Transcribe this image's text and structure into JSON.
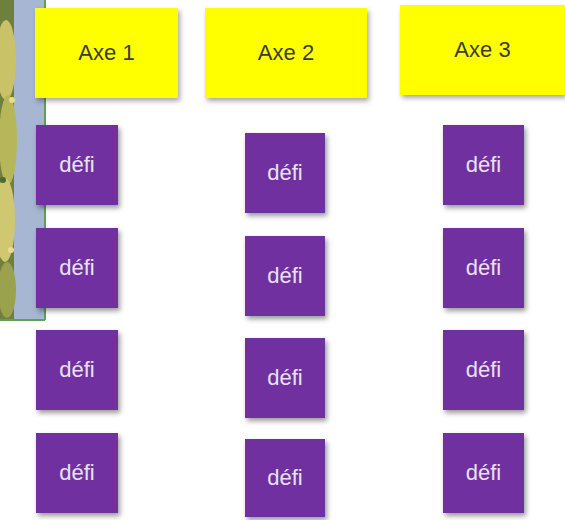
{
  "diagram": {
    "nodes": [
      {
        "text": [
          "Axe 1"
        ]
      },
      {
        "text": [
          "Axe 2"
        ]
      },
      {
        "text": [
          "Axe 3"
        ]
      },
      {
        "text": [
          "défi"
        ]
      },
      {
        "text": [
          "défi"
        ]
      },
      {
        "text": [
          "défi"
        ]
      },
      {
        "text": [
          "défi"
        ]
      },
      {
        "text": [
          "défi"
        ]
      },
      {
        "text": [
          "défi"
        ]
      },
      {
        "text": [
          "défi"
        ]
      },
      {
        "text": [
          "défi"
        ]
      },
      {
        "text": [
          "défi"
        ]
      },
      {
        "text": [
          "défi"
        ]
      },
      {
        "text": [
          "défi"
        ]
      },
      {
        "text": [
          "défi"
        ]
      }
    ]
  }
}
